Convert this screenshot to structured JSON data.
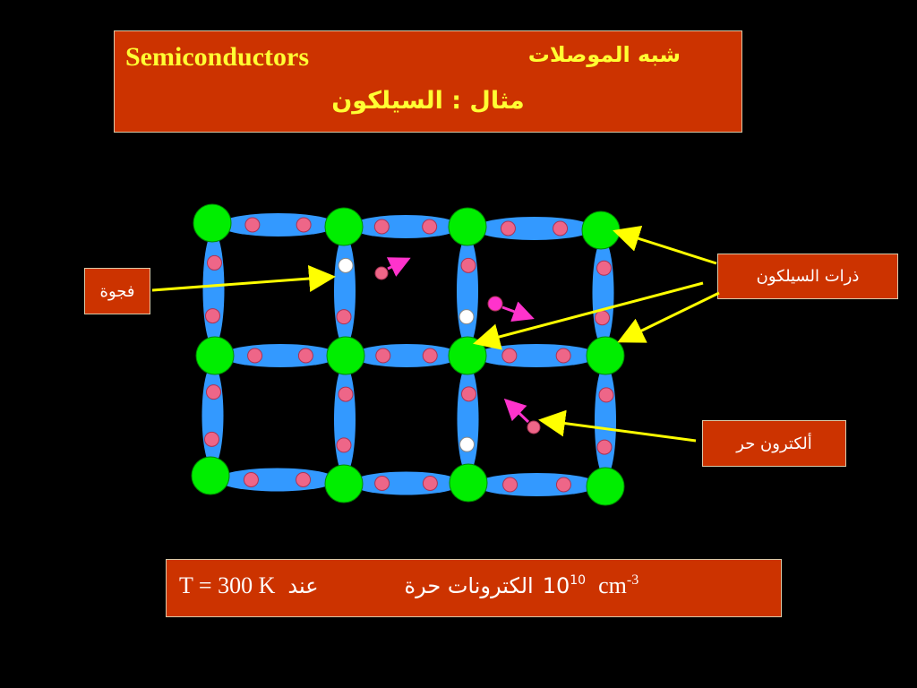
{
  "title": {
    "english": "Semiconductors",
    "arabic": "شبه الموصلات",
    "subtitle": "مثال : السيلكون"
  },
  "labels": {
    "hole": "فجوة",
    "silicon_atoms": "ذرات السيلكون",
    "free_electron": "ألكترون حر"
  },
  "bottom": {
    "temperature": "T = 300 K",
    "at_word": "عند",
    "free_electrons_text": "الكترونات  حرة",
    "base": "10",
    "exponent": "10",
    "unit": "cm",
    "unit_exponent": "-3"
  },
  "colors": {
    "atom": "#00ee00",
    "bond": "#3399ff",
    "electron": "#ee6688",
    "hole": "#ffffff",
    "free_electron": "#ff33cc",
    "arrow": "#ffff00",
    "box": "#cc3300",
    "text_yellow": "#ffff33"
  }
}
